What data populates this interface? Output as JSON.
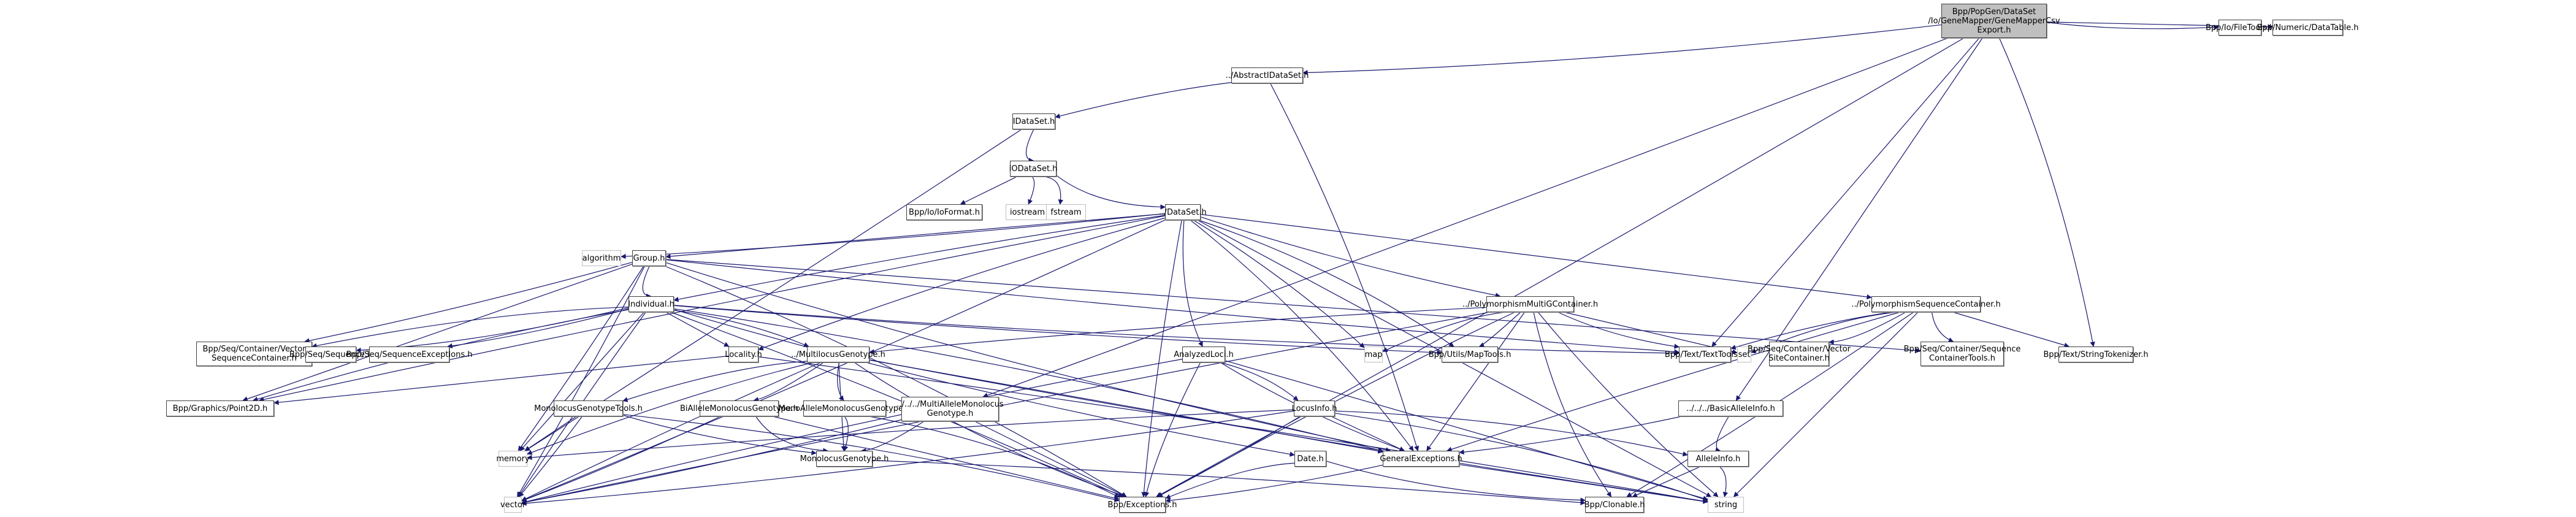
{
  "graph": {
    "title": "Include dependency graph for GeneMapperCsvExport.h",
    "edge_color": "#191970",
    "root_fill": "#bfbfbf",
    "nodes": [
      {
        "id": "root",
        "label": "Bpp/PopGen/DataSet\n/Io/GeneMapper/GeneMapperCsv\nExport.h",
        "kind": "root",
        "link": false
      },
      {
        "id": "abstractidataset",
        "label": "../AbstractIDataSet.h",
        "kind": "file",
        "link": true
      },
      {
        "id": "idataset",
        "label": "IDataSet.h",
        "kind": "file",
        "link": true
      },
      {
        "id": "iodataset",
        "label": "IODataSet.h",
        "kind": "file",
        "link": true
      },
      {
        "id": "ioformat",
        "label": "Bpp/Io/IoFormat.h",
        "kind": "file",
        "link": true
      },
      {
        "id": "iostream",
        "label": "iostream",
        "kind": "system",
        "link": false
      },
      {
        "id": "fstream",
        "label": "fstream",
        "kind": "system",
        "link": false
      },
      {
        "id": "dataset",
        "label": "../DataSet.h",
        "kind": "file",
        "link": true
      },
      {
        "id": "algorithm",
        "label": "algorithm",
        "kind": "system",
        "link": false
      },
      {
        "id": "group",
        "label": "Group.h",
        "kind": "file",
        "link": true
      },
      {
        "id": "individual",
        "label": "Individual.h",
        "kind": "file",
        "link": true
      },
      {
        "id": "vectorseqcontainer",
        "label": "Bpp/Seq/Container/Vector\nSequenceContainer.h",
        "kind": "file",
        "link": true
      },
      {
        "id": "sequence",
        "label": "Bpp/Seq/Sequence.h",
        "kind": "file",
        "link": true
      },
      {
        "id": "seqexceptions",
        "label": "Bpp/Seq/SequenceExceptions.h",
        "kind": "file",
        "link": true
      },
      {
        "id": "locality",
        "label": "Locality.h",
        "kind": "file",
        "link": true
      },
      {
        "id": "multilocusgenotype",
        "label": "../MultilocusGenotype.h",
        "kind": "file",
        "link": true
      },
      {
        "id": "analyzedloci",
        "label": "AnalyzedLoci.h",
        "kind": "file",
        "link": true
      },
      {
        "id": "polymultig",
        "label": "../PolymorphismMultiGContainer.h",
        "kind": "file",
        "link": true
      },
      {
        "id": "polyseq",
        "label": "../PolymorphismSequenceContainer.h",
        "kind": "file",
        "link": true
      },
      {
        "id": "map",
        "label": "map",
        "kind": "system",
        "link": false
      },
      {
        "id": "maptools",
        "label": "Bpp/Utils/MapTools.h",
        "kind": "file",
        "link": true
      },
      {
        "id": "texttools",
        "label": "Bpp/Text/TextTools.h",
        "kind": "file",
        "link": true
      },
      {
        "id": "set",
        "label": "set",
        "kind": "system",
        "link": false
      },
      {
        "id": "vectorsitecontainer",
        "label": "Bpp/Seq/Container/Vector\nSiteContainer.h",
        "kind": "file",
        "link": true
      },
      {
        "id": "seqcontainertools",
        "label": "Bpp/Seq/Container/Sequence\nContainerTools.h",
        "kind": "file",
        "link": true
      },
      {
        "id": "stringtokenizer",
        "label": "Bpp/Text/StringTokenizer.h",
        "kind": "file",
        "link": true
      },
      {
        "id": "filetools",
        "label": "Bpp/Io/FileTools.h",
        "kind": "file",
        "link": true
      },
      {
        "id": "datatable",
        "label": "Bpp/Numeric/DataTable.h",
        "kind": "file",
        "link": true
      },
      {
        "id": "point2d",
        "label": "Bpp/Graphics/Point2D.h",
        "kind": "file",
        "link": true
      },
      {
        "id": "monolocustools",
        "label": "MonolocusGenotypeTools.h",
        "kind": "file",
        "link": true
      },
      {
        "id": "biallele",
        "label": "BiAlleleMonolocusGenotype.h",
        "kind": "file",
        "link": true
      },
      {
        "id": "monoallele",
        "label": "MonoAlleleMonolocusGenotype.h",
        "kind": "file",
        "link": true
      },
      {
        "id": "multiallele",
        "label": "../../../MultiAlleleMonolocus\nGenotype.h",
        "kind": "file",
        "link": true
      },
      {
        "id": "locusinfo",
        "label": "LocusInfo.h",
        "kind": "file",
        "link": true
      },
      {
        "id": "basicalleleinfo",
        "label": "../../../BasicAlleleInfo.h",
        "kind": "file",
        "link": true
      },
      {
        "id": "memory",
        "label": "memory",
        "kind": "system",
        "link": false
      },
      {
        "id": "monolocusgenotype",
        "label": "MonolocusGenotype.h",
        "kind": "file",
        "link": true
      },
      {
        "id": "date",
        "label": "Date.h",
        "kind": "file",
        "link": true
      },
      {
        "id": "generalexceptions",
        "label": "GeneralExceptions.h",
        "kind": "file",
        "link": true
      },
      {
        "id": "alleleinfo",
        "label": "AlleleInfo.h",
        "kind": "file",
        "link": true
      },
      {
        "id": "vector",
        "label": "vector",
        "kind": "system",
        "link": false
      },
      {
        "id": "exceptions",
        "label": "Bpp/Exceptions.h",
        "kind": "file",
        "link": true
      },
      {
        "id": "clonable",
        "label": "Bpp/Clonable.h",
        "kind": "file",
        "link": true
      },
      {
        "id": "string",
        "label": "string",
        "kind": "system",
        "link": false
      }
    ],
    "edges": [
      [
        "root",
        "abstractidataset"
      ],
      [
        "root",
        "filetools"
      ],
      [
        "root",
        "datatable"
      ],
      [
        "root",
        "texttools"
      ],
      [
        "root",
        "stringtokenizer"
      ],
      [
        "root",
        "exceptions"
      ],
      [
        "root",
        "multiallele"
      ],
      [
        "root",
        "basicalleleinfo"
      ],
      [
        "abstractidataset",
        "idataset"
      ],
      [
        "abstractidataset",
        "generalexceptions"
      ],
      [
        "idataset",
        "iodataset"
      ],
      [
        "idataset",
        "memory"
      ],
      [
        "iodataset",
        "ioformat"
      ],
      [
        "iodataset",
        "iostream"
      ],
      [
        "iodataset",
        "fstream"
      ],
      [
        "iodataset",
        "dataset"
      ],
      [
        "dataset",
        "algorithm"
      ],
      [
        "dataset",
        "group"
      ],
      [
        "dataset",
        "individual"
      ],
      [
        "dataset",
        "locality"
      ],
      [
        "dataset",
        "analyzedloci"
      ],
      [
        "dataset",
        "polymultig"
      ],
      [
        "dataset",
        "polyseq"
      ],
      [
        "dataset",
        "map"
      ],
      [
        "dataset",
        "maptools"
      ],
      [
        "dataset",
        "vector"
      ],
      [
        "dataset",
        "exceptions"
      ],
      [
        "dataset",
        "string"
      ],
      [
        "dataset",
        "point2d"
      ],
      [
        "dataset",
        "generalexceptions"
      ],
      [
        "group",
        "individual"
      ],
      [
        "group",
        "vectorseqcontainer"
      ],
      [
        "group",
        "point2d"
      ],
      [
        "group",
        "vector"
      ],
      [
        "group",
        "exceptions"
      ],
      [
        "group",
        "generalexceptions"
      ],
      [
        "group",
        "texttools"
      ],
      [
        "group",
        "seqcontainertools"
      ],
      [
        "group",
        "memory"
      ],
      [
        "individual",
        "vectorseqcontainer"
      ],
      [
        "individual",
        "sequence"
      ],
      [
        "individual",
        "seqexceptions"
      ],
      [
        "individual",
        "locality"
      ],
      [
        "individual",
        "multilocusgenotype"
      ],
      [
        "individual",
        "point2d"
      ],
      [
        "individual",
        "date"
      ],
      [
        "individual",
        "vector"
      ],
      [
        "individual",
        "memory"
      ],
      [
        "individual",
        "exceptions"
      ],
      [
        "individual",
        "generalexceptions"
      ],
      [
        "individual",
        "texttools"
      ],
      [
        "individual",
        "maptools"
      ],
      [
        "locality",
        "point2d"
      ],
      [
        "locality",
        "string"
      ],
      [
        "multilocusgenotype",
        "monolocustools"
      ],
      [
        "multilocusgenotype",
        "biallele"
      ],
      [
        "multilocusgenotype",
        "monoallele"
      ],
      [
        "multilocusgenotype",
        "monolocusgenotype"
      ],
      [
        "multilocusgenotype",
        "vector"
      ],
      [
        "multilocusgenotype",
        "memory"
      ],
      [
        "multilocusgenotype",
        "exceptions"
      ],
      [
        "multilocusgenotype",
        "string"
      ],
      [
        "multilocusgenotype",
        "generalexceptions"
      ],
      [
        "analyzedloci",
        "locusinfo"
      ],
      [
        "analyzedloci",
        "vector"
      ],
      [
        "analyzedloci",
        "exceptions"
      ],
      [
        "analyzedloci",
        "generalexceptions"
      ],
      [
        "analyzedloci",
        "string"
      ],
      [
        "polymultig",
        "multilocusgenotype"
      ],
      [
        "polymultig",
        "map"
      ],
      [
        "polymultig",
        "maptools"
      ],
      [
        "polymultig",
        "texttools"
      ],
      [
        "polymultig",
        "set"
      ],
      [
        "polymultig",
        "vector"
      ],
      [
        "polymultig",
        "exceptions"
      ],
      [
        "polymultig",
        "clonable"
      ],
      [
        "polymultig",
        "string"
      ],
      [
        "polymultig",
        "generalexceptions"
      ],
      [
        "polyseq",
        "texttools"
      ],
      [
        "polyseq",
        "set"
      ],
      [
        "polyseq",
        "vectorsitecontainer"
      ],
      [
        "polyseq",
        "seqcontainertools"
      ],
      [
        "polyseq",
        "stringtokenizer"
      ],
      [
        "polyseq",
        "generalexceptions"
      ],
      [
        "polyseq",
        "string"
      ],
      [
        "polyseq",
        "clonable"
      ],
      [
        "monolocustools",
        "monolocusgenotype"
      ],
      [
        "monolocustools",
        "memory"
      ],
      [
        "monolocustools",
        "vector"
      ],
      [
        "monolocustools",
        "exceptions"
      ],
      [
        "biallele",
        "monolocusgenotype"
      ],
      [
        "biallele",
        "vector"
      ],
      [
        "biallele",
        "exceptions"
      ],
      [
        "monoallele",
        "monolocusgenotype"
      ],
      [
        "monoallele",
        "exceptions"
      ],
      [
        "multiallele",
        "monolocusgenotype"
      ],
      [
        "multiallele",
        "vector"
      ],
      [
        "multiallele",
        "exceptions"
      ],
      [
        "monolocusgenotype",
        "clonable"
      ],
      [
        "locusinfo",
        "alleleinfo"
      ],
      [
        "locusinfo",
        "vector"
      ],
      [
        "locusinfo",
        "exceptions"
      ],
      [
        "locusinfo",
        "generalexceptions"
      ],
      [
        "locusinfo",
        "memory"
      ],
      [
        "locusinfo",
        "string"
      ],
      [
        "basicalleleinfo",
        "alleleinfo"
      ],
      [
        "basicalleleinfo",
        "generalexceptions"
      ],
      [
        "alleleinfo",
        "clonable"
      ],
      [
        "alleleinfo",
        "string"
      ],
      [
        "date",
        "exceptions"
      ],
      [
        "date",
        "clonable"
      ],
      [
        "generalexceptions",
        "exceptions"
      ],
      [
        "generalexceptions",
        "string"
      ]
    ]
  }
}
